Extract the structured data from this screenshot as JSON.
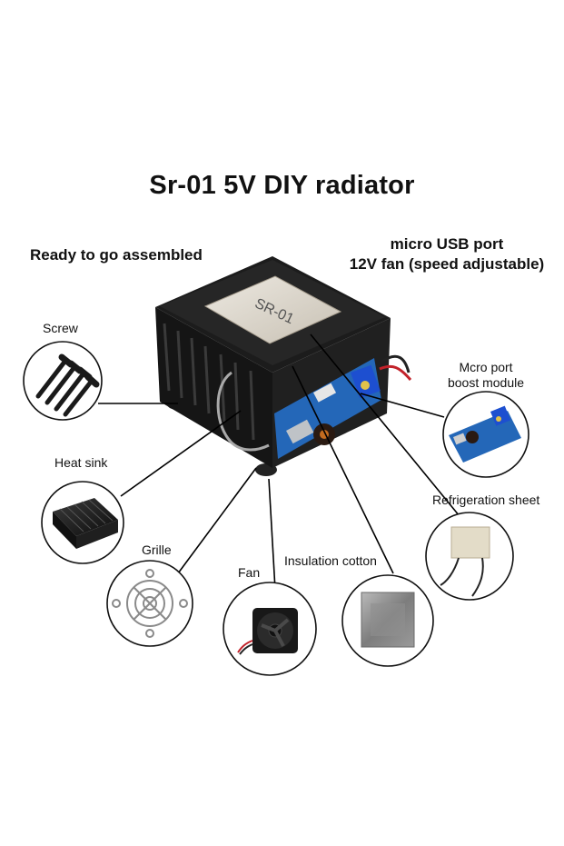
{
  "title": "Sr-01 5V DIY radiator",
  "subtitle_left": "Ready to go assembled",
  "subtitle_right": [
    "micro USB port",
    "12V fan (speed adjustable)"
  ],
  "device_label": "SR-01",
  "parts": {
    "screw": "Screw",
    "heat_sink": "Heat sink",
    "grille": "Grille",
    "fan": "Fan",
    "insulation_cotton": "Insulation cotton",
    "boost_module": [
      "Mcro port",
      "boost module"
    ],
    "refrigeration_sheet": "Refrigeration sheet"
  },
  "icons": {
    "screw": "screw-icon",
    "heat_sink": "heat-sink-icon",
    "grille": "fan-grille-icon",
    "fan": "fan-icon",
    "insulation_cotton": "insulation-pad-icon",
    "boost_module": "boost-module-icon",
    "refrigeration_sheet": "peltier-sheet-icon"
  },
  "colors": {
    "text": "#111111",
    "body": "#1b1b1b",
    "plate": "#d9d3c8",
    "pcb": "#2467b8",
    "trimmer": "#1d4fd0",
    "leader_line": "#000000"
  }
}
